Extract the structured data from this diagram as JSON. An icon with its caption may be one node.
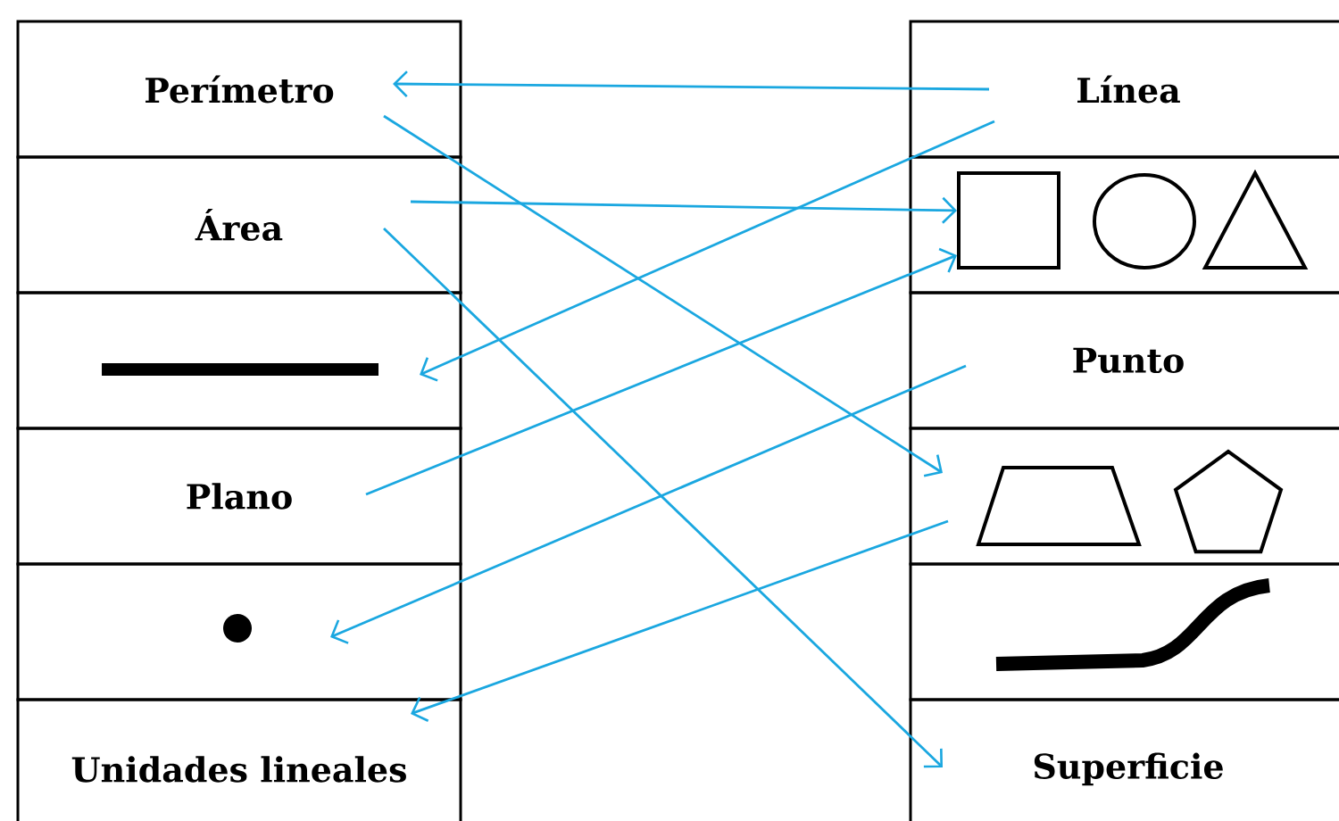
{
  "diagram": {
    "nodes": [
      {
        "text": [
          "Perímetro"
        ]
      },
      {
        "text": [
          "Área"
        ]
      },
      {
        "text": [],
        "shape": "box"
      },
      {
        "text": [
          "Plano"
        ]
      },
      {
        "text": [],
        "shape": "box"
      },
      {
        "text": [
          "Unidades lineales"
        ]
      },
      {
        "text": [
          "Línea"
        ]
      },
      {
        "text": [],
        "shape": "box"
      },
      {
        "text": [
          "Punto"
        ]
      },
      {
        "text": [],
        "shape": "box"
      },
      {
        "text": [],
        "shape": "box"
      },
      {
        "text": [
          "Superficie"
        ]
      }
    ],
    "edges": [
      {
        "from": 6,
        "to": 0,
        "arrow": "to"
      },
      {
        "from": 6,
        "to": 2,
        "arrow": "to"
      },
      {
        "from": 1,
        "to": 7,
        "arrow": "to"
      },
      {
        "from": 3,
        "to": 7,
        "arrow": "to"
      },
      {
        "from": 0,
        "to": 9,
        "arrow": "to"
      },
      {
        "from": 1,
        "to": 11,
        "arrow": "to"
      },
      {
        "from": 8,
        "to": 4,
        "arrow": "to"
      },
      {
        "from": 9,
        "to": 5,
        "arrow": "to"
      }
    ]
  }
}
